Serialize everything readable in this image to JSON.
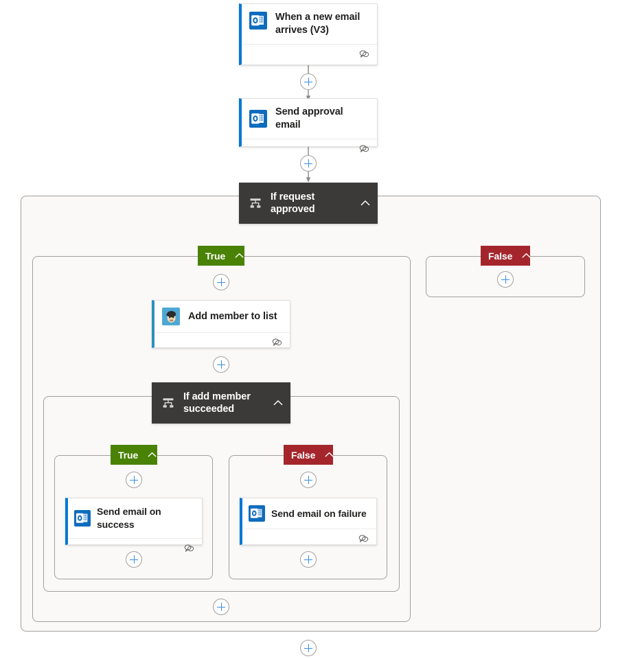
{
  "flow": {
    "title": "Power Automate flow designer canvas",
    "colors": {
      "accent_blue": "#0078d4",
      "mailchimp_teal": "#2d8fbc",
      "condition_dark": "#3b3a39",
      "true_green": "#498205",
      "false_red": "#a4262c",
      "container_bg": "#faf9f8",
      "container_border": "#a19f9d",
      "edge_gray": "#8a8886",
      "plus_blue": "#3a8dde",
      "canvas_bg": "#ffffff"
    },
    "nodes": {
      "trigger": {
        "label": "When a new email arrives (V3)",
        "icon": "outlook-icon",
        "connector": "Office 365 Outlook"
      },
      "send_approval": {
        "label": "Send approval email",
        "icon": "outlook-icon",
        "connector": "Office 365 Outlook"
      },
      "condition_outer": {
        "label": "If request approved",
        "icon": "condition-icon"
      },
      "add_member": {
        "label": "Add member to list",
        "icon": "mailchimp-icon",
        "connector": "Mailchimp"
      },
      "condition_inner": {
        "label": "If add member succeeded",
        "icon": "condition-icon"
      },
      "send_success": {
        "label": "Send email on success",
        "icon": "outlook-icon",
        "connector": "Office 365 Outlook"
      },
      "send_failure": {
        "label": "Send email on failure",
        "icon": "outlook-icon",
        "connector": "Office 365 Outlook"
      }
    },
    "branches": {
      "outer_true": "True",
      "outer_false": "False",
      "inner_true": "True",
      "inner_false": "False"
    },
    "icons": {
      "comment": "comment-icon",
      "chevron_up": "chevron-up-icon",
      "add_step": "plus-icon"
    }
  }
}
